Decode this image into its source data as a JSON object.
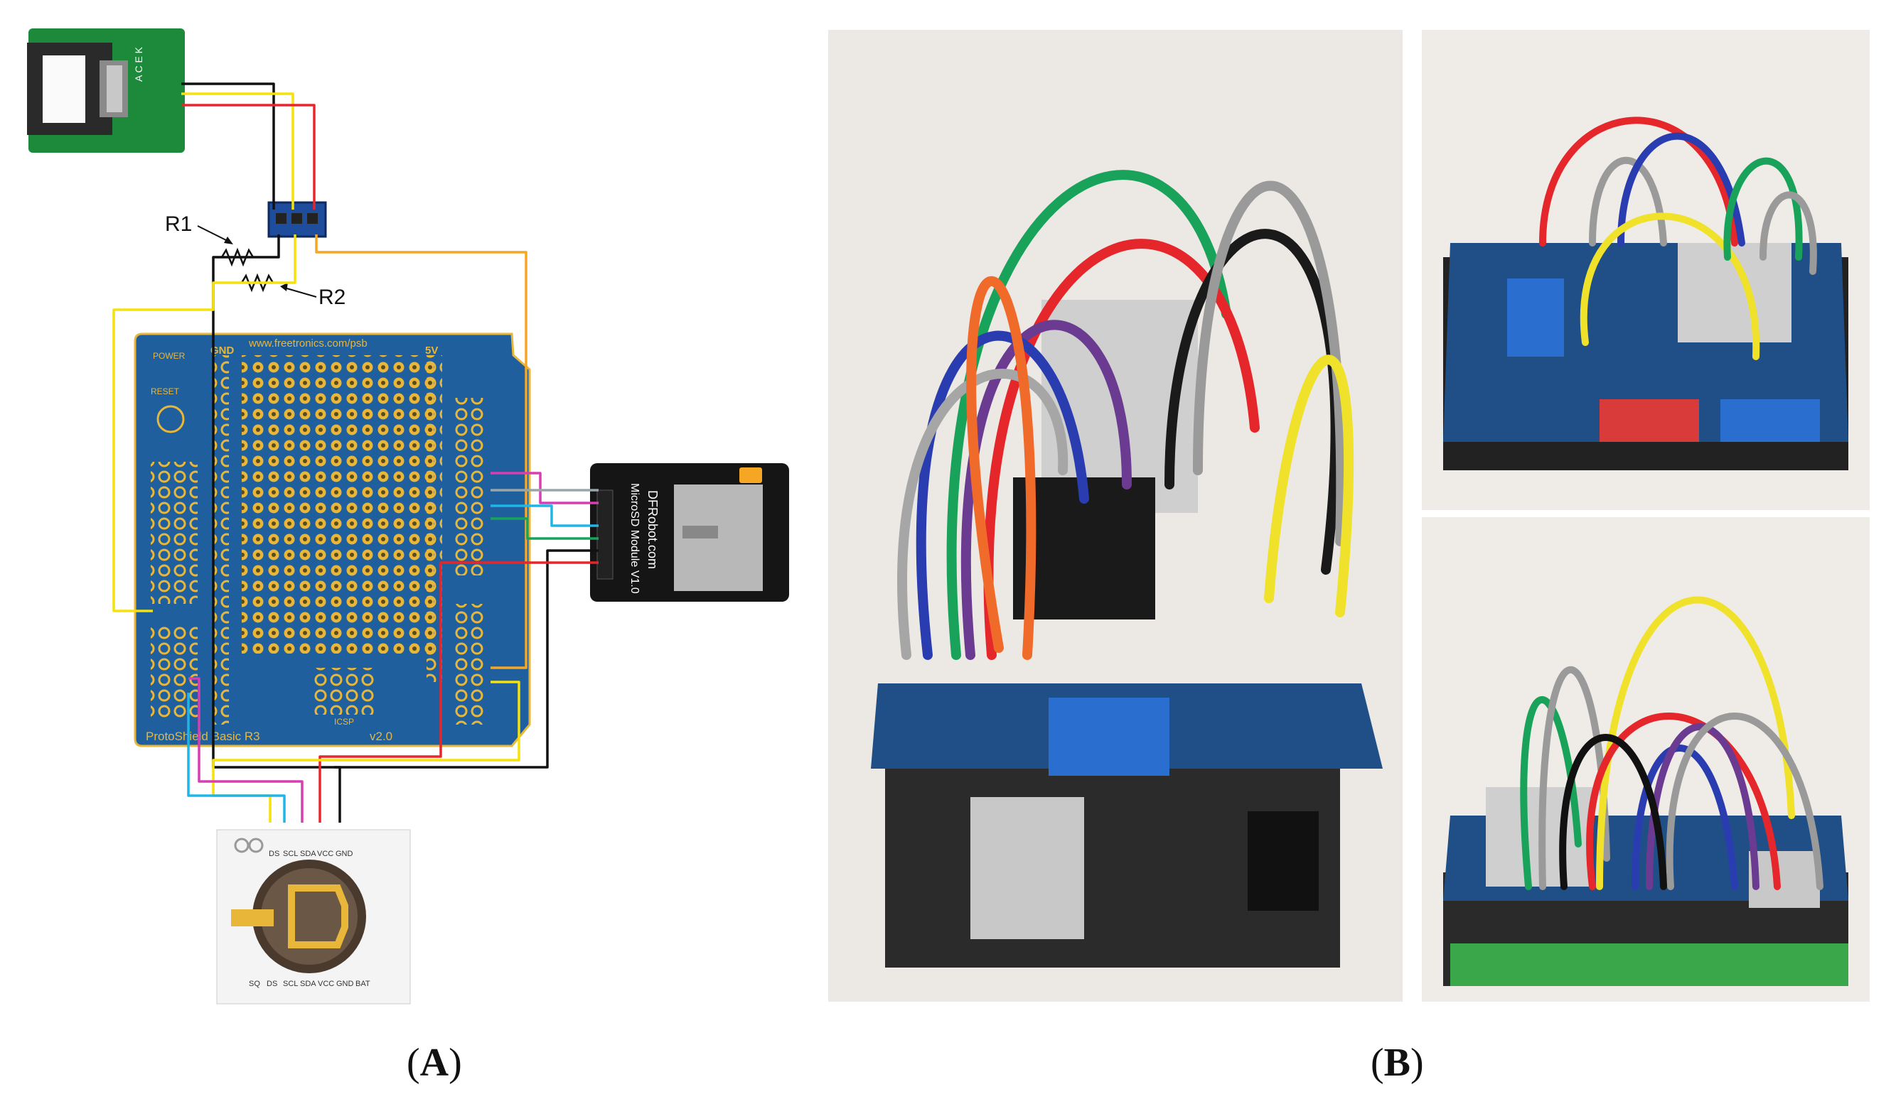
{
  "panels": {
    "a": {
      "open": "(",
      "letter": "A",
      "close": ")"
    },
    "b": {
      "open": "(",
      "letter": "B",
      "close": ")"
    }
  },
  "resistors": {
    "r1": "R1",
    "r2": "R2"
  },
  "proto_shield": {
    "url": "www.freetronics.com/psb",
    "name": "ProtoShield Basic R3",
    "version": "v2.0",
    "gnd": "GND",
    "fivev": "5V",
    "power": "POWER",
    "reset": "RESET",
    "icsp": "ICSP"
  },
  "sd_module": {
    "title": "MicroSD Module V1.0",
    "brand": "DFRobot.com"
  },
  "rtc_module": {
    "top_pins": [
      "DS",
      "SCL",
      "SDA",
      "VCC",
      "GND"
    ],
    "bottom_pins": [
      "SQ",
      "DS",
      "SCL",
      "SDA",
      "VCC",
      "GND",
      "BAT"
    ]
  },
  "sensor": {
    "pins": "A C E K"
  },
  "colors": {
    "black": "#111111",
    "yellow": "#f5e10b",
    "red": "#e5262b",
    "orange": "#f5a623",
    "magenta": "#d63fb0",
    "cyan": "#1fb5e6",
    "green": "#19a35a",
    "board_blue": "#1f5f9e",
    "pad_gold": "#e8b73a"
  }
}
